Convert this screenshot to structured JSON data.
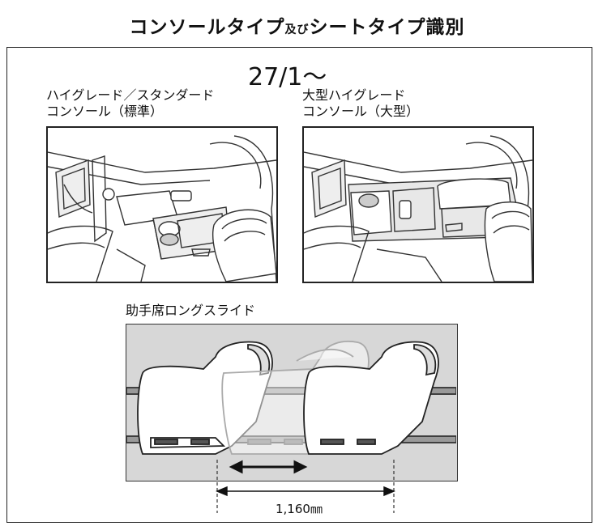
{
  "header": {
    "title_main": "コンソールタイプ",
    "title_conj": "及び",
    "title_rest": "シートタイプ識別"
  },
  "date_label": "27/1～",
  "left_panel": {
    "caption_line1": "ハイグレード／スタンダード",
    "caption_line2": "コンソール（標準）"
  },
  "right_panel": {
    "caption_line1": "大型ハイグレード",
    "caption_line2": "コンソール（大型）"
  },
  "seat_section": {
    "caption": "助手席ロングスライド",
    "dimension": "1,160㎜"
  }
}
